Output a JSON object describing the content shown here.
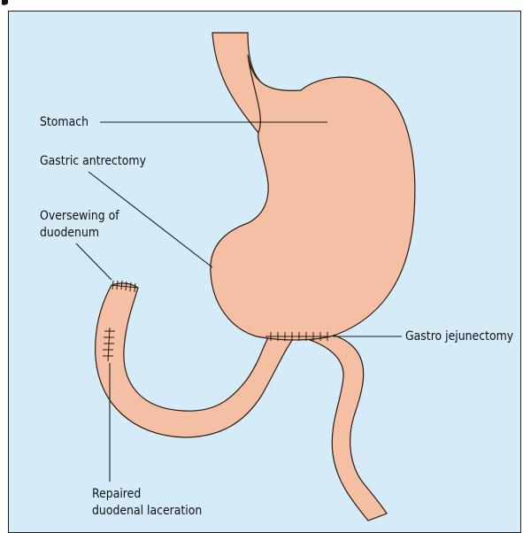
{
  "labels": {
    "stomach": "Stomach",
    "antrectomy": "Gastric antrectomy",
    "oversewing_line1": "Oversewing of",
    "oversewing_line2": "duodenum",
    "gastrojejunectomy": "Gastro jejunectomy",
    "repaired_line1": "Repaired",
    "repaired_line2": "duodenal laceration"
  },
  "colors": {
    "background": "#d5ebf7",
    "tissue": "#f4bfa2",
    "outline": "#2a1a12"
  }
}
